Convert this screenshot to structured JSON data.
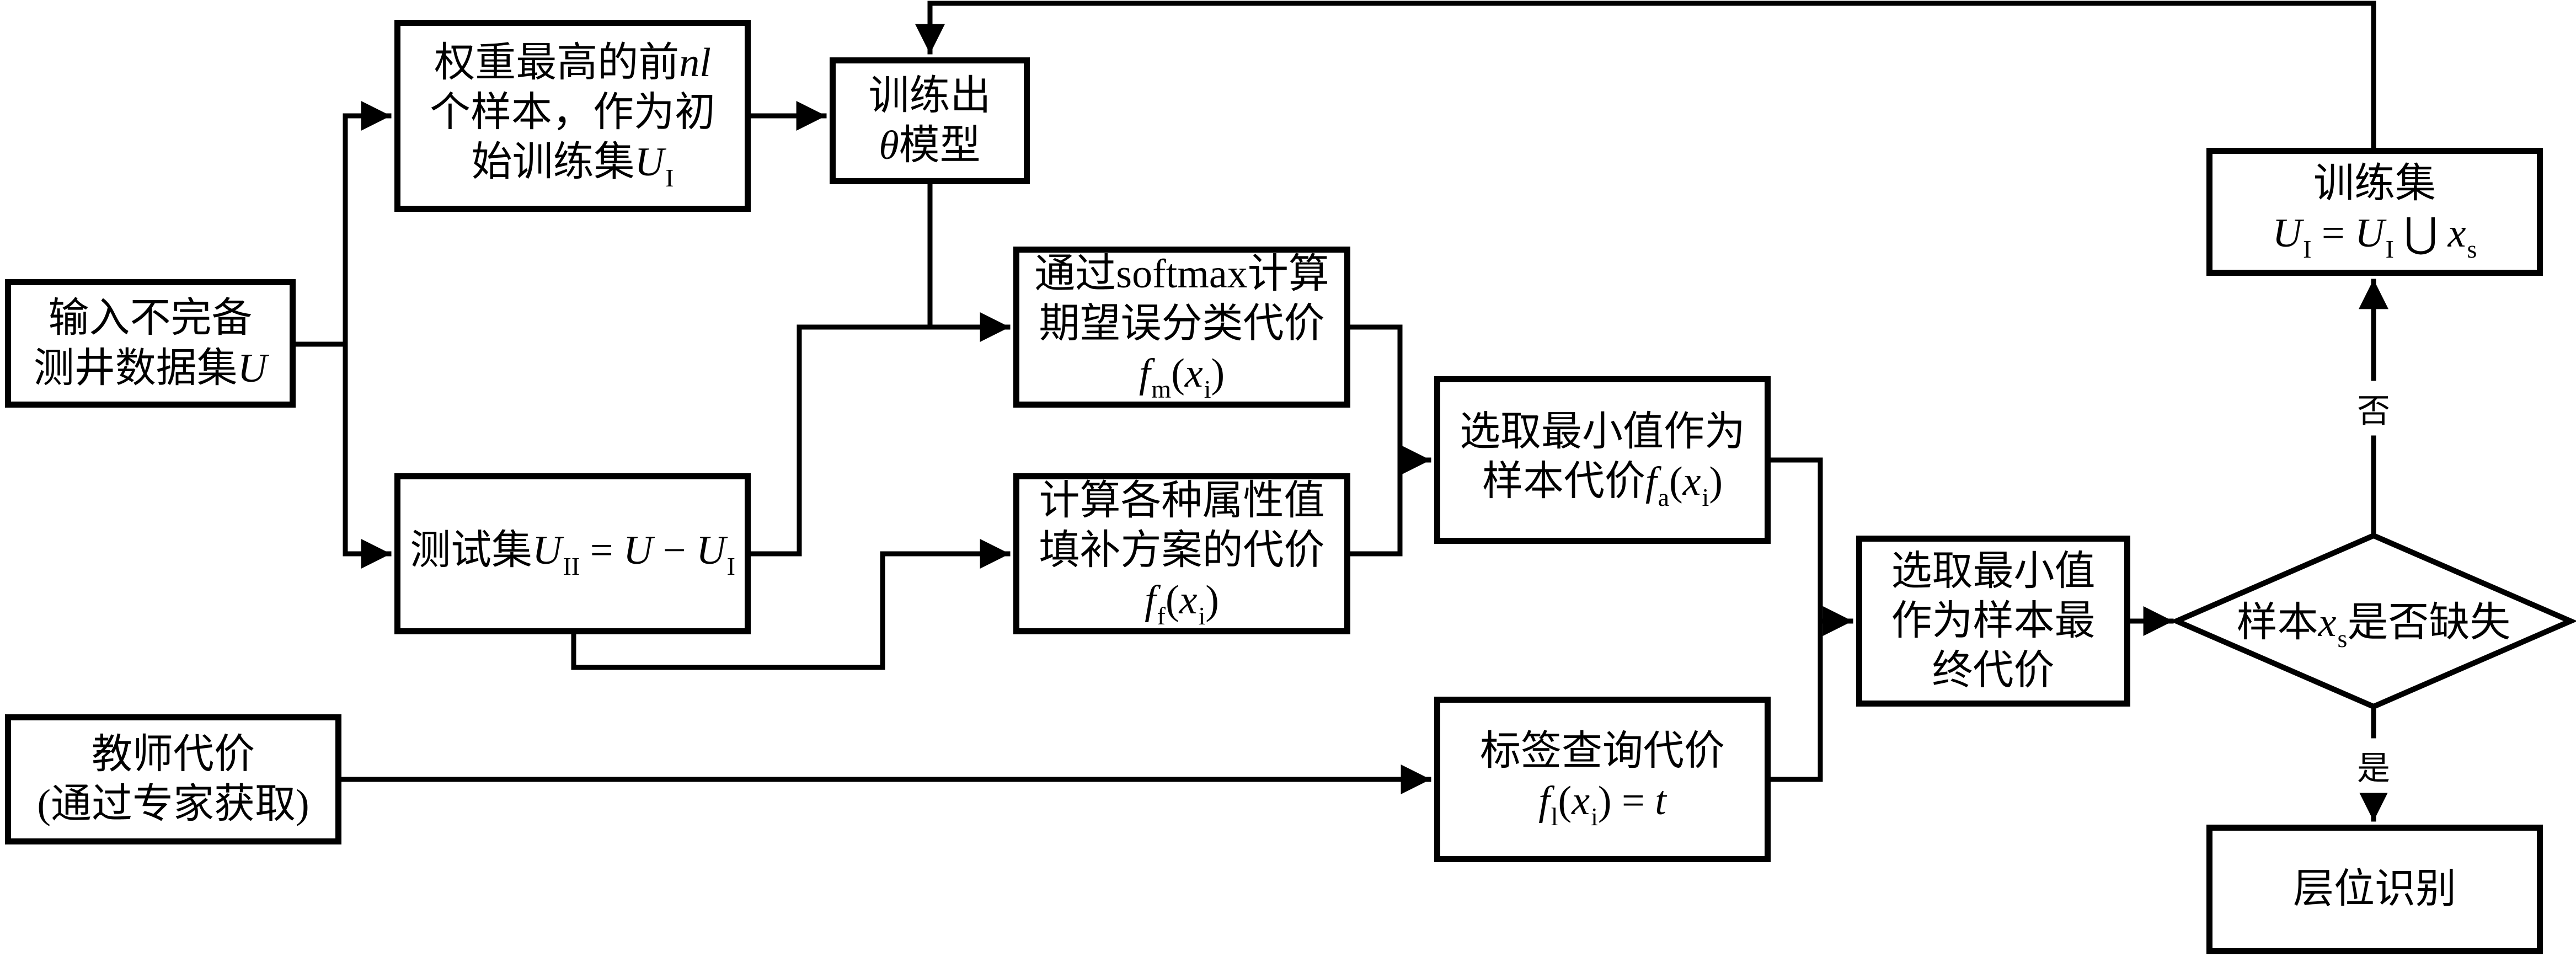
{
  "diagram": {
    "type": "flowchart",
    "nodes": {
      "input": {
        "lines": [
          "输入不完备",
          "测井数据集"
        ],
        "math": "U"
      },
      "top_samples": {
        "line1": "权重最高的前",
        "line1_math": "nl",
        "line2": "个样本，作为初",
        "line3": "始训练集",
        "line3_math": "U",
        "line3_sub": "I"
      },
      "train_model": {
        "line1": "训练出",
        "line2_math": "θ",
        "line2": "模型"
      },
      "softmax_cost": {
        "line1": "通过softmax计算",
        "line2": "期望误分类代价",
        "formula_f": "f",
        "formula_sub": "m",
        "formula_x": "x",
        "formula_xsub": "i"
      },
      "test_set": {
        "label": "测试集",
        "u": "U",
        "u_sub": "II",
        "eq": " = ",
        "u2": "U",
        "minus": " − ",
        "u3": "U",
        "u3_sub": "I"
      },
      "impute_cost": {
        "line1": "计算各种属性值",
        "line2": "填补方案的代价",
        "formula_f": "f",
        "formula_sub": "f",
        "formula_x": "x",
        "formula_xsub": "i"
      },
      "select_min_sample": {
        "line1": "选取最小值作为",
        "line2": "样本代价",
        "formula_f": "f",
        "formula_sub": "a",
        "formula_x": "x",
        "formula_xsub": "i"
      },
      "teacher_cost": {
        "line1": "教师代价",
        "line2": "(通过专家获取)"
      },
      "label_query": {
        "line1": "标签查询代价",
        "formula_f": "f",
        "formula_sub": "l",
        "formula_x": "x",
        "formula_xsub": "i",
        "formula_rhs": "t"
      },
      "final_cost": {
        "lines": [
          "选取最小值",
          "作为样本最",
          "终代价"
        ]
      },
      "decision": {
        "pre": "样本",
        "x": "x",
        "x_sub": "s",
        "post": "是否缺失"
      },
      "training_update": {
        "line1": "训练集",
        "u": "U",
        "u_sub": "I",
        "eq": " = ",
        "u2": "U",
        "u2_sub": "I",
        "union": " ⋃ ",
        "x": "x",
        "x_sub": "s"
      },
      "layer_recognition": {
        "label": "层位识别"
      }
    },
    "edge_labels": {
      "no": "否",
      "yes": "是"
    }
  }
}
